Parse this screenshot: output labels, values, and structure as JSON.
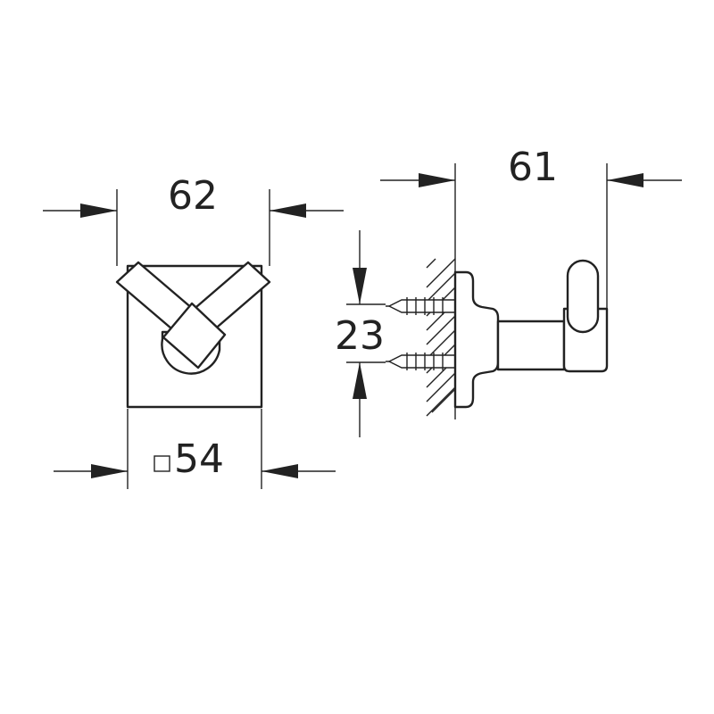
{
  "dimensions": {
    "front_width": "62",
    "side_depth": "61",
    "screw_spacing": "23",
    "base_square_symbol": "□",
    "base_square_value": "54"
  },
  "colors": {
    "line": "#222222",
    "background": "#ffffff"
  }
}
